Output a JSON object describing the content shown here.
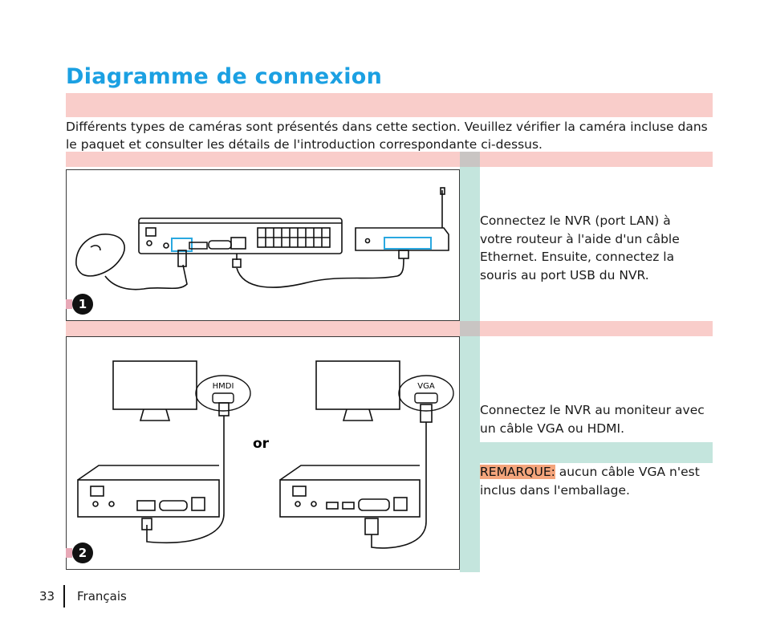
{
  "page": {
    "title": "Diagramme de connexion",
    "intro": "Différents types de caméras sont présentés dans cette section. Veuillez vérifier la caméra incluse dans le paquet et consulter les détails de l'introduction correspondante ci-dessus."
  },
  "step1": {
    "number": "1",
    "text": "Connectez le NVR (port LAN) à votre routeur à l'aide d'un câble Ethernet. Ensuite, connectez la souris au port USB du NVR."
  },
  "step2": {
    "number": "2",
    "text": "Connectez le NVR au moniteur avec un câble VGA ou HDMI.",
    "hdmi_label": "HMDI",
    "vga_label": "VGA",
    "or_label": "or",
    "note_label": "REMARQUE:",
    "note_text": " aucun câble VGA n'est inclus dans l'emballage."
  },
  "footer": {
    "page_number": "33",
    "language": "Français"
  },
  "colors": {
    "title_blue": "#1ba0e2",
    "band_pink": "#f9cdca",
    "band_teal": "#c4e5dd",
    "note_highlight": "#f4a57c",
    "port_highlight": "#2aa8e0"
  }
}
